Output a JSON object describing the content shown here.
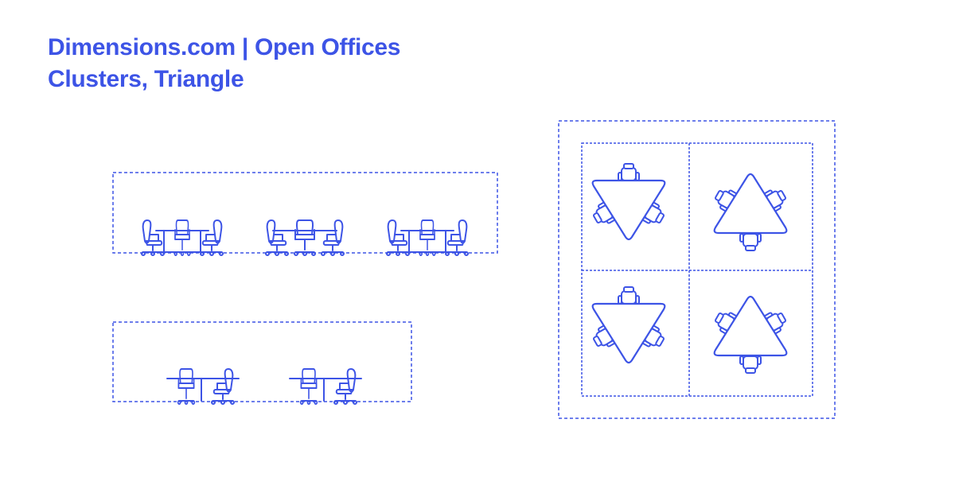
{
  "header": {
    "title_line1": "Dimensions.com | Open Offices",
    "title_line2": "Clusters, Triangle"
  },
  "colors": {
    "brand": "#3d54e6",
    "background": "#ffffff"
  },
  "views": [
    {
      "name": "front-elevation",
      "clusters": 3
    },
    {
      "name": "side-elevation",
      "clusters": 2
    },
    {
      "name": "plan-view",
      "tables": 4,
      "chairs_per_table": 3
    }
  ]
}
